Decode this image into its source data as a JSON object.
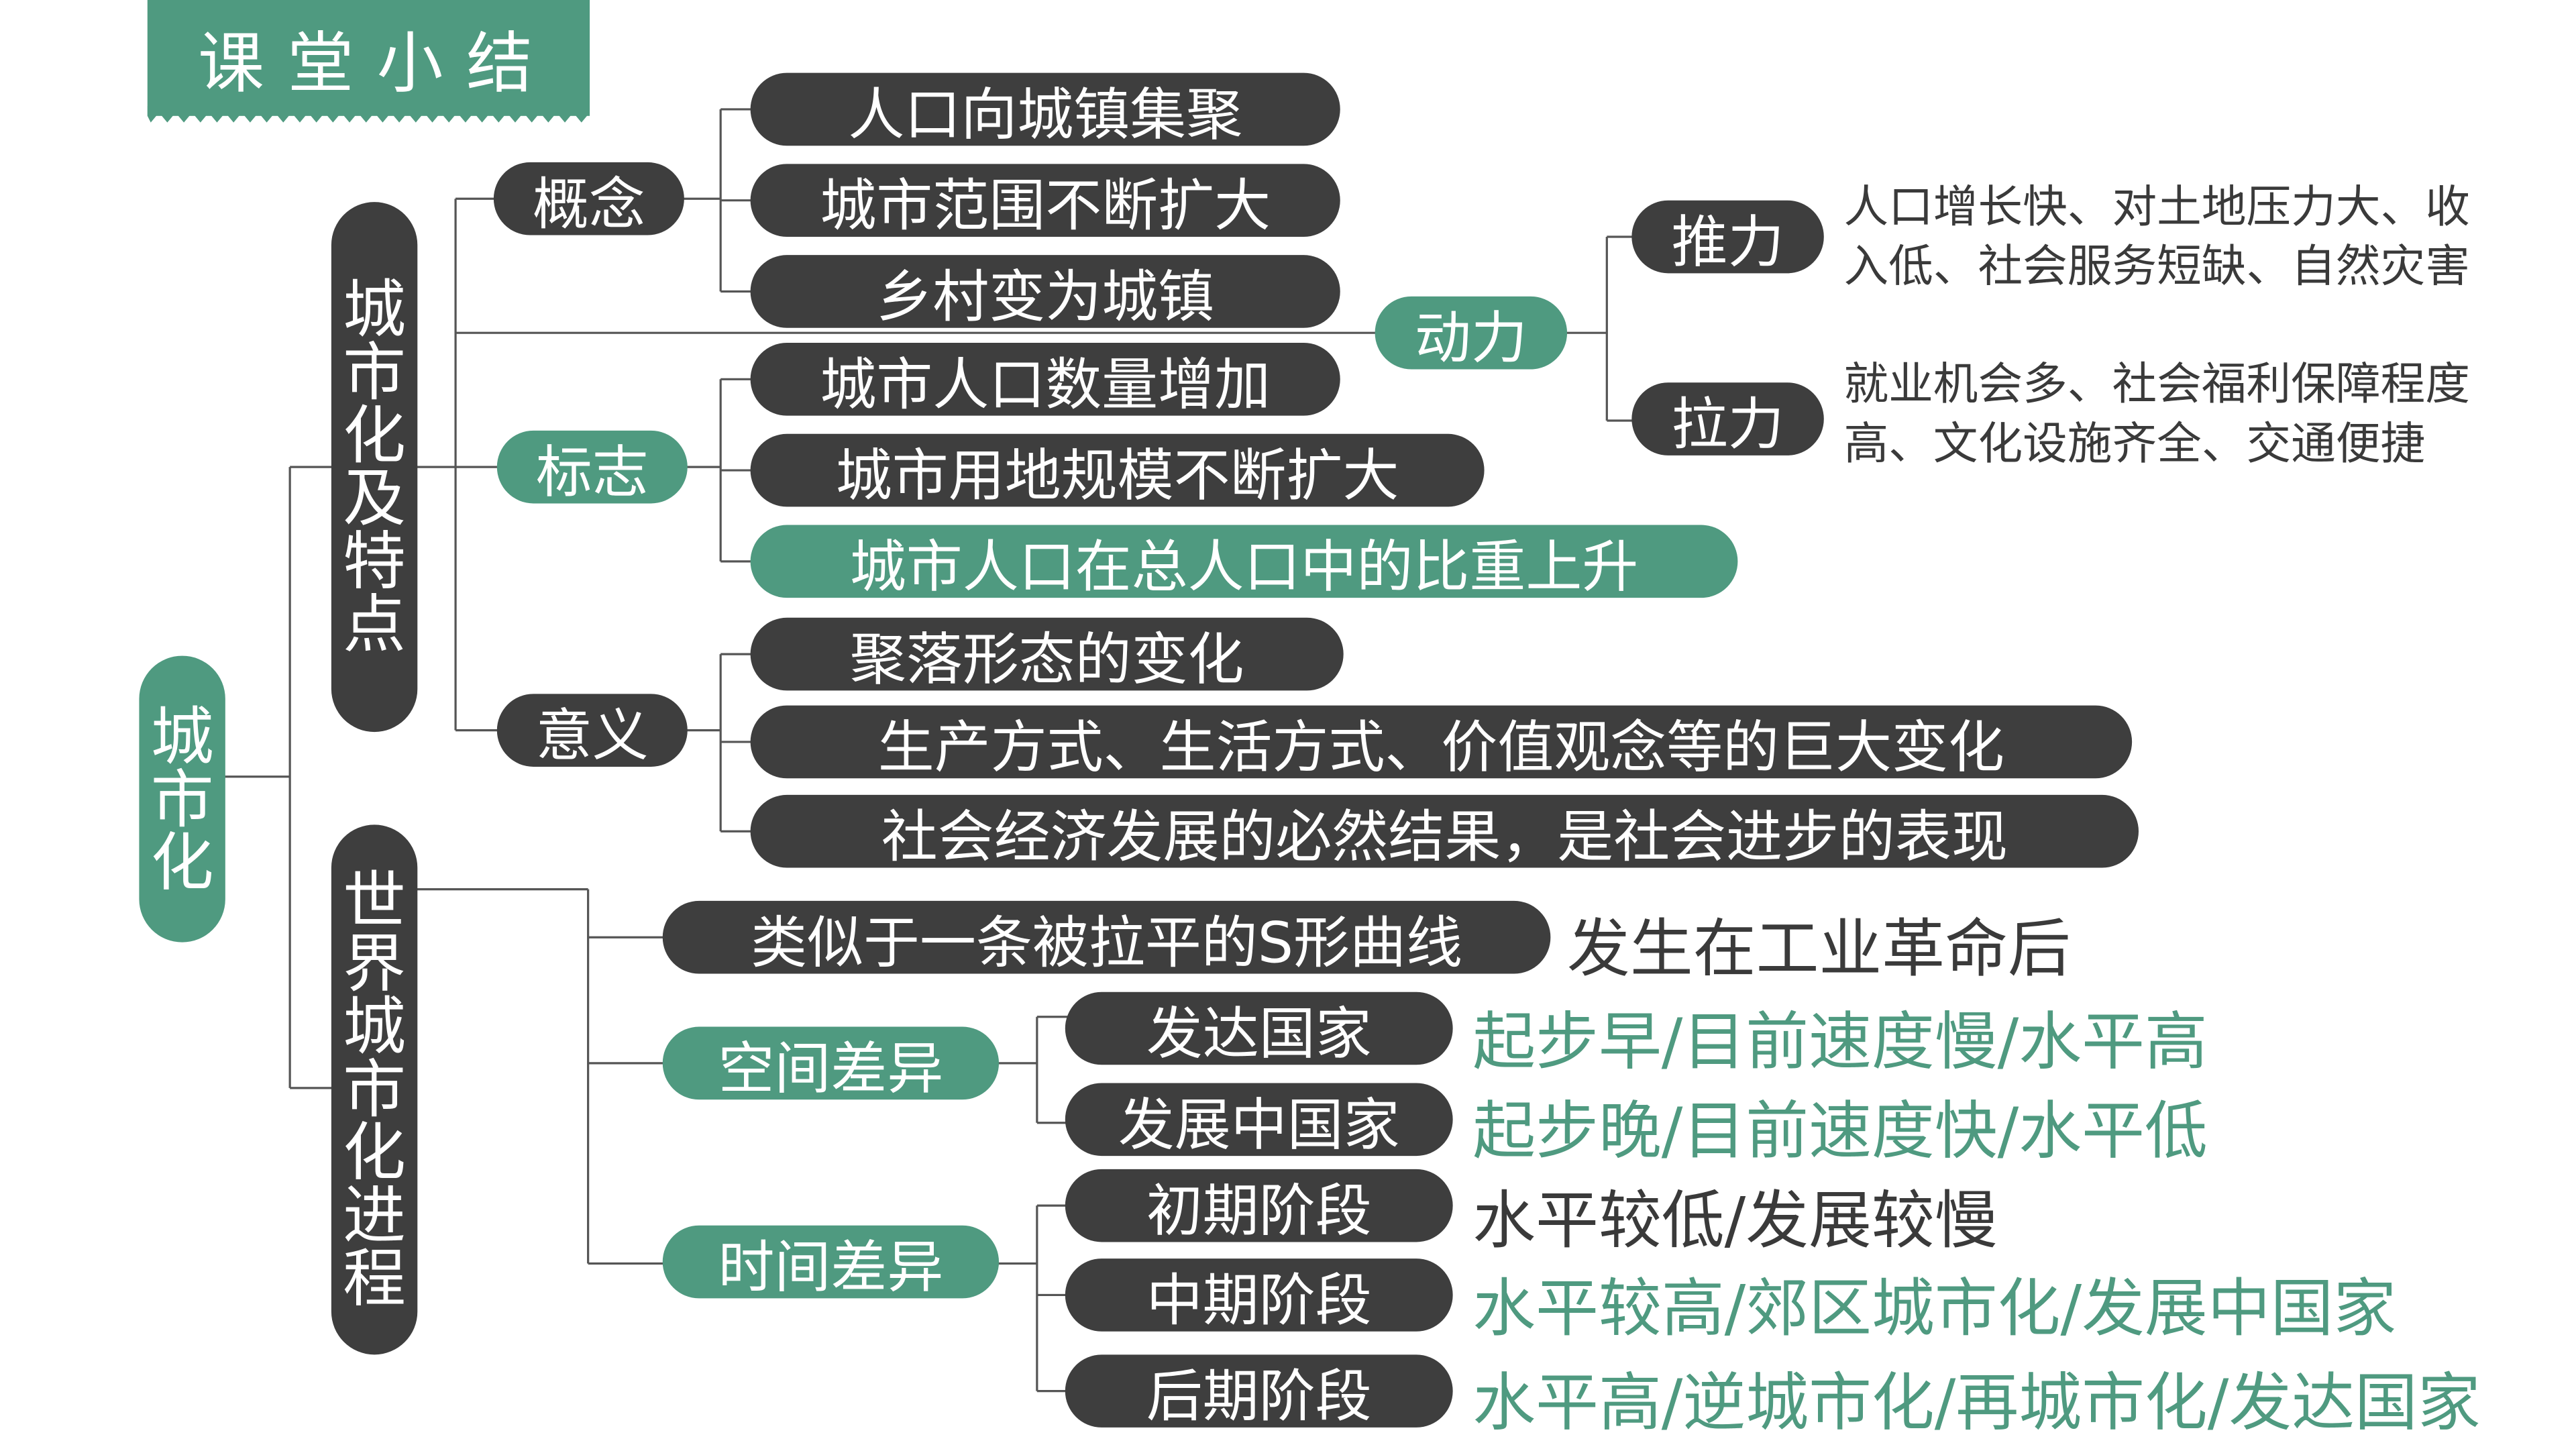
{
  "title": "课堂小结",
  "root": "城市化",
  "branch1": {
    "label": "城市化及特点",
    "concept": {
      "label": "概念",
      "items": [
        "人口向城镇集聚",
        "城市范围不断扩大",
        "乡村变为城镇"
      ]
    },
    "driving": {
      "label": "动力",
      "push": {
        "label": "推力",
        "line1": "人口增长快、对土地压力大、收",
        "line2": "入低、社会服务短缺、自然灾害"
      },
      "pull": {
        "label": "拉力",
        "line1": "就业机会多、社会福利保障程度",
        "line2": "高、文化设施齐全、交通便捷"
      }
    },
    "sign": {
      "label": "标志",
      "items": [
        "城市人口数量增加",
        "城市用地规模不断扩大",
        "城市人口在总人口中的比重上升"
      ]
    },
    "meaning": {
      "label": "意义",
      "items": [
        "聚落形态的变化",
        "生产方式、生活方式、价值观念等的巨大变化",
        "社会经济发展的必然结果，是社会进步的表现"
      ]
    }
  },
  "branch2": {
    "label": "世界城市化进程",
    "curve": {
      "label": "类似于一条被拉平的S形曲线",
      "note": "发生在工业革命后"
    },
    "space": {
      "label": "空间差异",
      "developed": {
        "label": "发达国家",
        "desc": "起步早/目前速度慢/水平高"
      },
      "developing": {
        "label": "发展中国家",
        "desc": "起步晚/目前速度快/水平低"
      }
    },
    "time": {
      "label": "时间差异",
      "early": {
        "label": "初期阶段",
        "desc": "水平较低/发展较慢"
      },
      "middle": {
        "label": "中期阶段",
        "desc": "水平较高/郊区城市化/发展中国家"
      },
      "late": {
        "label": "后期阶段",
        "desc": "水平高/逆城市化/再城市化/发达国家"
      }
    }
  },
  "colors": {
    "dark": "#3e3e3e",
    "green": "#4f9a80",
    "line": "#555555"
  }
}
